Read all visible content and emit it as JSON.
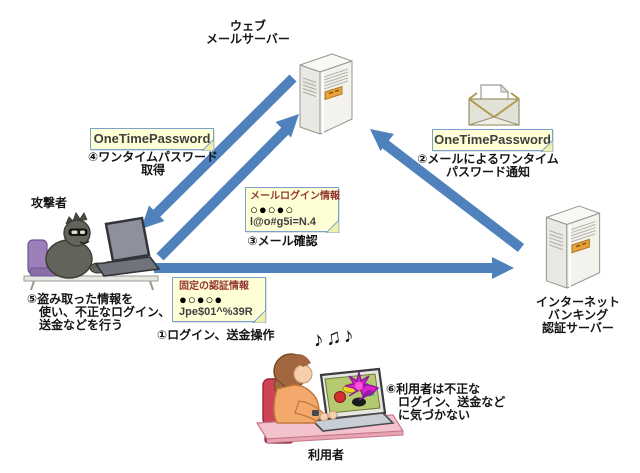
{
  "colors": {
    "arrow": "#4f81bd",
    "note_bg": "#ffffd6",
    "note_border": "#7ba2cc",
    "note_title": "#943634",
    "starburst": "#e020c8"
  },
  "nodes": {
    "webmail": {
      "label": [
        "ウェブ",
        "メールサーバー"
      ]
    },
    "banking": {
      "label": [
        "インターネット",
        "バンキング",
        "認証サーバー"
      ]
    },
    "attacker": {
      "label": "攻撃者"
    },
    "user": {
      "label": "利用者"
    }
  },
  "notes": {
    "otp_left": {
      "text": "OneTimePassword"
    },
    "otp_right": {
      "text": "OneTimePassword"
    },
    "mail_login": {
      "title": "メールログイン情報",
      "masked": "○●○●○",
      "value": "l@o#g5i=N.4"
    },
    "fixed_auth": {
      "title": "固定の認証情報",
      "masked": "●○●○●",
      "value": "Jpe$01^%39R"
    }
  },
  "steps": {
    "s1": "①ログイン、送金操作",
    "s2": [
      "②メールによるワンタイム",
      "パスワード通知"
    ],
    "s3": "③メール確認",
    "s4": [
      "④ワンタイムパスワード",
      "取得"
    ],
    "s5": [
      "⑤盗み取った情報を",
      "使い、不正なログイン、",
      "送金などを行う"
    ],
    "s6": [
      "⑥利用者は不正な",
      "ログイン、送金など",
      "に気づかない"
    ]
  },
  "decor": {
    "music_notes": "♪♫♪"
  }
}
